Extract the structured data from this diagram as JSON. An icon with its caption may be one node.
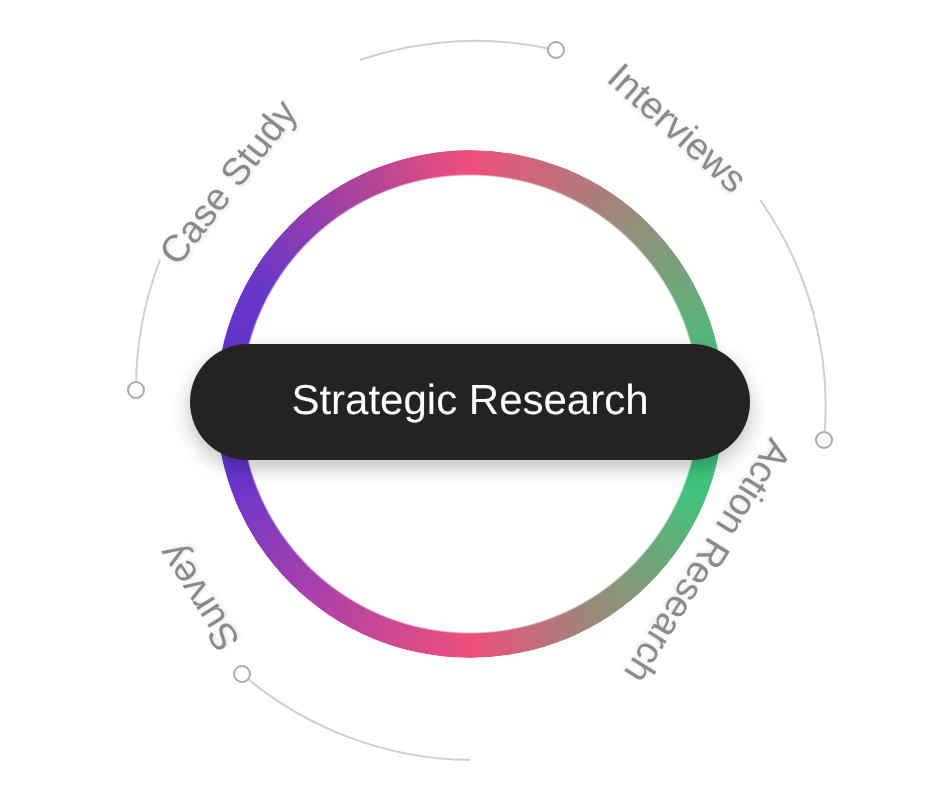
{
  "diagram": {
    "nodes": [
      {
        "text": [
          "Strategic Research"
        ]
      }
    ],
    "labels": [
      "Case Study",
      "Interviews",
      "Action Research",
      "Survey"
    ]
  }
}
